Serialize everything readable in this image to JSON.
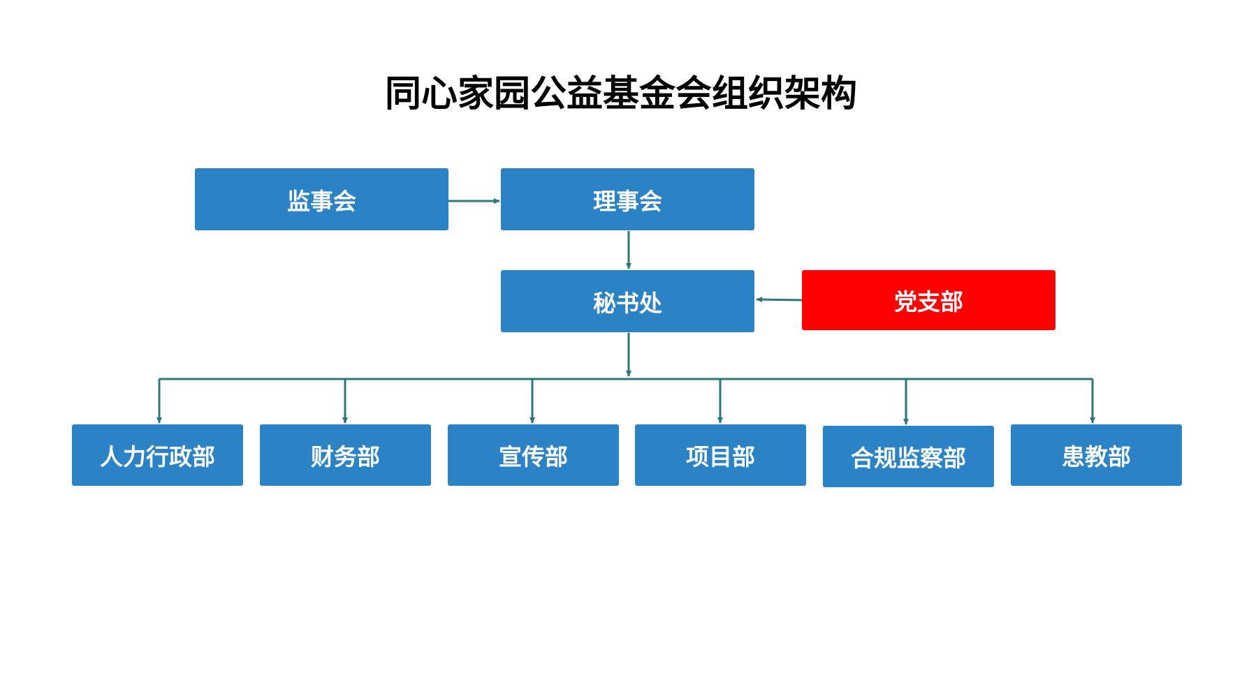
{
  "title": "同心家园公益基金会组织架构",
  "colors": {
    "box_blue": "#2b83c6",
    "box_red": "#fd0000",
    "connector": "#2f7679"
  },
  "nodes": {
    "supervisors": "监事会",
    "board": "理事会",
    "secretariat": "秘书处",
    "party_branch": "党支部",
    "departments": [
      "人力行政部",
      "财务部",
      "宣传部",
      "项目部",
      "合规监察部",
      "患教部"
    ]
  }
}
